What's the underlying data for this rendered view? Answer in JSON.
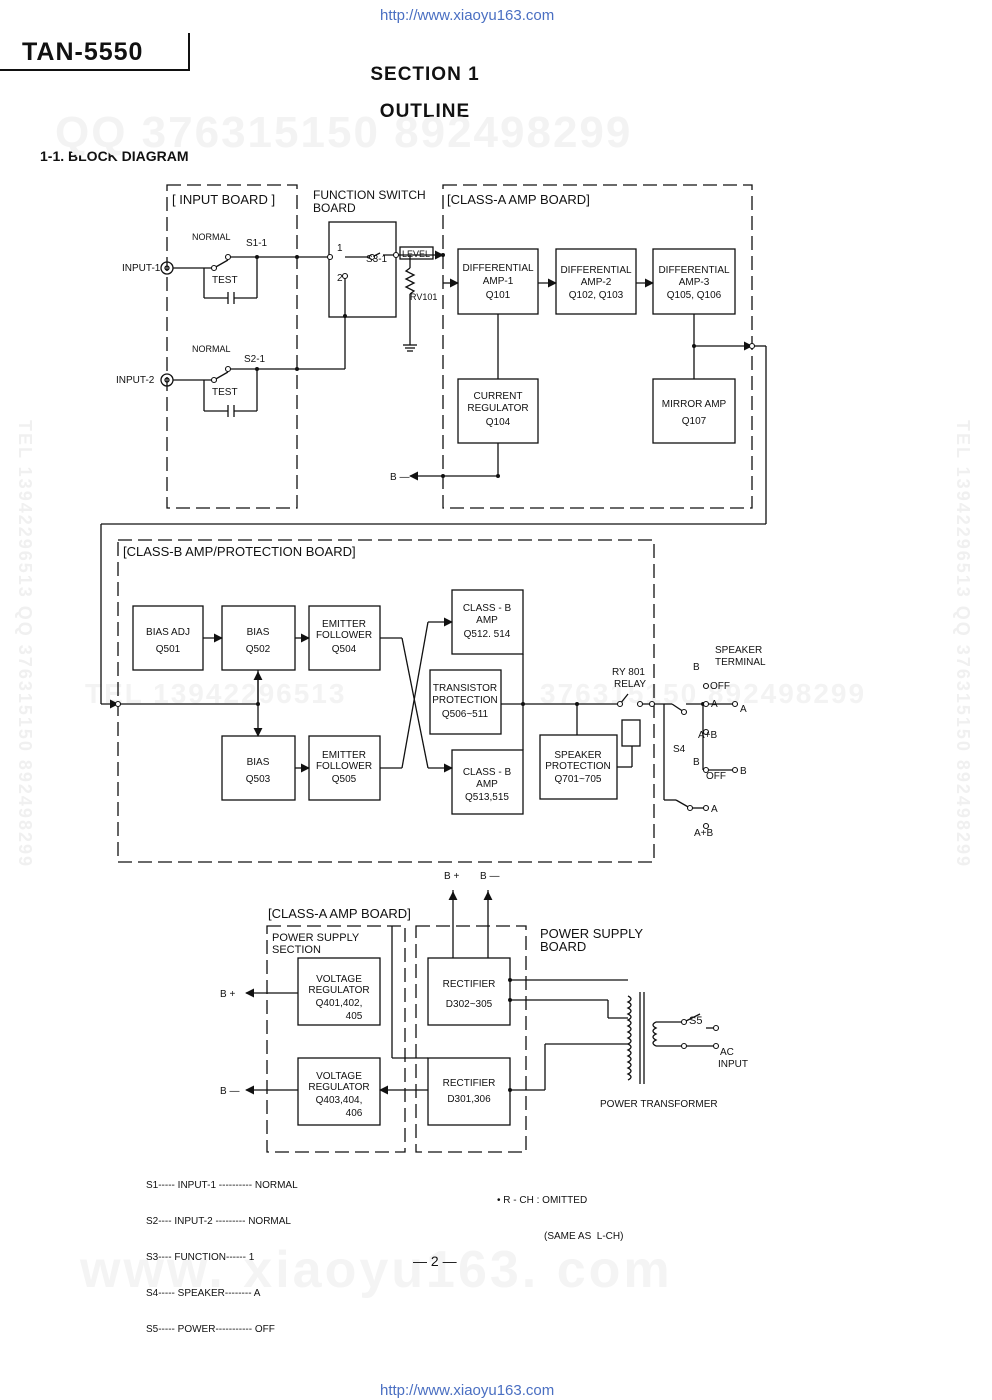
{
  "url_top": "http://www.xiaoyu163.com",
  "url_bottom": "http://www.xiaoyu163.com",
  "model": "TAN-5550",
  "section": "SECTION 1",
  "outline": "OUTLINE",
  "subsection": "1-1.  BLOCK DIAGRAM",
  "watermark_top": "QQ 376315150    892498299",
  "watermark_side": "TEL 13942296513 QQ 376315150 892498299",
  "watermark_mid_left": "TEL  13942296513",
  "watermark_mid_right": "376315150   892498299",
  "watermark_bottom": "www. xiaoyu163. com",
  "page_number": "— 2 —",
  "boards": {
    "input_board": "[ INPUT BOARD ]",
    "function_board_1": "FUNCTION SWITCH",
    "function_board_2": "BOARD",
    "class_a": "[CLASS-A AMP BOARD]",
    "class_b": "[CLASS-B AMP/PROTECTION BOARD]",
    "class_a_lower": "[CLASS-A AMP BOARD]",
    "psu_section_1": "POWER SUPPLY",
    "psu_section_2": "SECTION",
    "psu_board_1": "POWER SUPPLY",
    "psu_board_2": "BOARD"
  },
  "input": {
    "input1": "INPUT-1",
    "input2": "INPUT-2",
    "normal": "NORMAL",
    "test": "TEST",
    "s1": "S1-1",
    "s2": "S2-1",
    "s3": "S3-1",
    "level": "LEVEL",
    "rv": "RV101",
    "pos1": "1",
    "pos2": "2"
  },
  "blocks": {
    "diff1": [
      "DIFFERENTIAL",
      "AMP-1",
      "Q101"
    ],
    "diff2": [
      "DIFFERENTIAL",
      "AMP-2",
      "Q102, Q103"
    ],
    "diff3": [
      "DIFFERENTIAL",
      "AMP-3",
      "Q105, Q106"
    ],
    "current_reg": [
      "CURRENT",
      "REGULATOR",
      "Q104"
    ],
    "mirror": [
      "MIRROR AMP",
      "Q107"
    ],
    "bias_adj": [
      "BIAS ADJ",
      "Q501"
    ],
    "bias1": [
      "BIAS",
      "Q502"
    ],
    "bias2": [
      "BIAS",
      "Q503"
    ],
    "ef1": [
      "EMITTER",
      "FOLLOWER",
      "Q504"
    ],
    "ef2": [
      "EMITTER",
      "FOLLOWER",
      "Q505"
    ],
    "classb1": [
      "CLASS - B",
      "AMP",
      "Q512. 514"
    ],
    "classb2": [
      "CLASS - B",
      "AMP",
      "Q513,515"
    ],
    "tr_prot": [
      "TRANSISTOR",
      "PROTECTION",
      "Q506~511"
    ],
    "spk_prot": [
      "SPEAKER",
      "PROTECTION",
      "Q701~705"
    ],
    "vreg1": [
      "VOLTAGE",
      "REGULATOR",
      "Q401,402,",
      "405"
    ],
    "vreg2": [
      "VOLTAGE",
      "REGULATOR",
      "Q403,404,",
      "406"
    ],
    "rect1": [
      "RECTIFIER",
      "D302~305"
    ],
    "rect2": [
      "RECTIFIER",
      "D301,306"
    ]
  },
  "labels": {
    "b_minus": "B —",
    "b_plus": "B +",
    "bminus_top": "B —",
    "bplus_top": "B +",
    "relay1": "RY 801",
    "relay2": "RELAY",
    "spk1": "SPEAKER",
    "spk2": "TERMINAL",
    "s4": "S4",
    "s5": "S5",
    "b": "B",
    "off": "OFF",
    "a": "A",
    "ab": "A+B",
    "ac1": "AC",
    "ac2": "INPUT",
    "transformer": "POWER TRANSFORMER"
  },
  "legend": [
    "S1----- INPUT-1 ---------- NORMAL",
    "S2---- INPUT-2 --------- NORMAL",
    "S3---- FUNCTION------ 1",
    "S4----- SPEAKER-------- A",
    "S5----- POWER----------- OFF"
  ],
  "note": [
    "• R - CH : OMITTED",
    "(SAME AS  L-CH)"
  ]
}
